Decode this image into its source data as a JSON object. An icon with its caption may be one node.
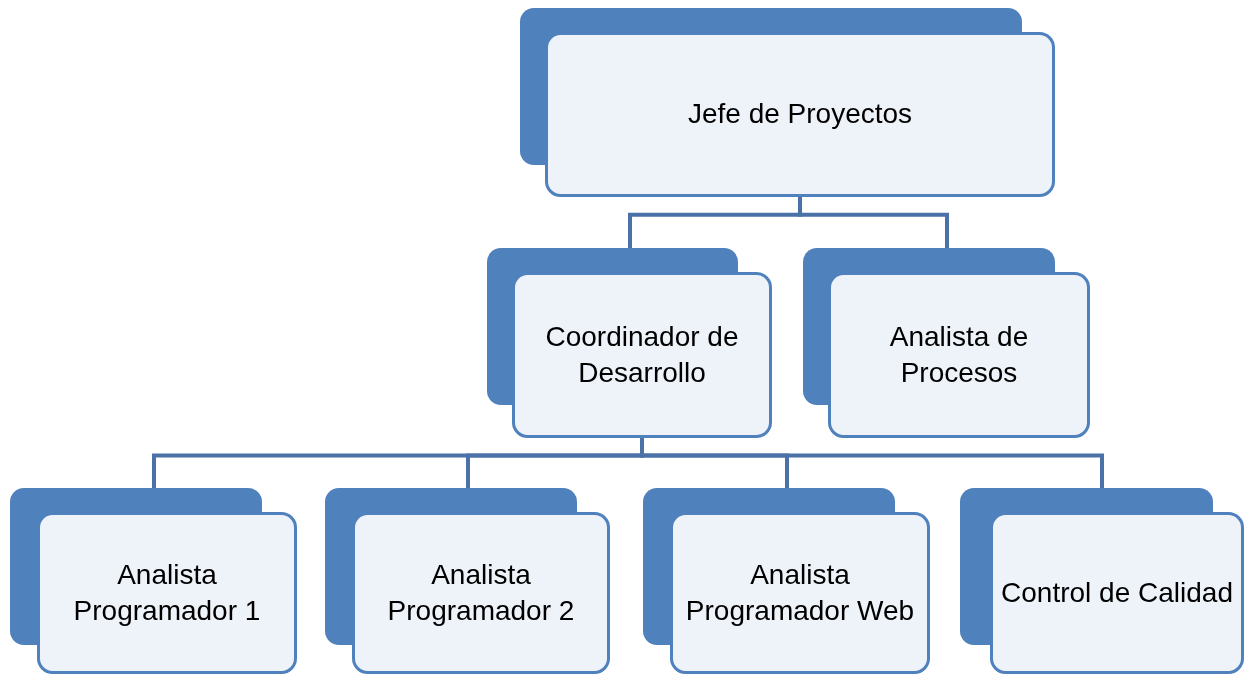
{
  "diagram": {
    "nodes": [
      {
        "text": [
          "Jefe de Proyectos"
        ]
      },
      {
        "text": [
          "Coordinador de Desarrollo"
        ]
      },
      {
        "text": [
          "Analista de Procesos"
        ]
      },
      {
        "text": [
          "Analista Programador 1"
        ]
      },
      {
        "text": [
          "Analista Programador 2"
        ]
      },
      {
        "text": [
          "Analista Programador Web"
        ]
      },
      {
        "text": [
          "Control de Calidad"
        ]
      }
    ],
    "edges": [
      {
        "from": 0,
        "to": 1,
        "arrow": "none"
      },
      {
        "from": 0,
        "to": 2,
        "arrow": "none"
      },
      {
        "from": 1,
        "to": 3,
        "arrow": "none"
      },
      {
        "from": 1,
        "to": 4,
        "arrow": "none"
      },
      {
        "from": 1,
        "to": 5,
        "arrow": "none"
      },
      {
        "from": 1,
        "to": 6,
        "arrow": "none"
      }
    ]
  }
}
